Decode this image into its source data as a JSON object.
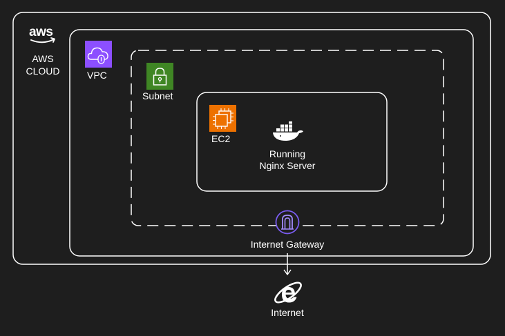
{
  "cloud": {
    "logo_text": "aws",
    "label_line1": "AWS",
    "label_line2": "CLOUD"
  },
  "vpc": {
    "label": "VPC"
  },
  "subnet": {
    "label": "Subnet"
  },
  "ec2": {
    "label": "EC2"
  },
  "app": {
    "line1": "Running",
    "line2": "Nginx Server"
  },
  "gateway": {
    "label": "Internet Gateway"
  },
  "internet": {
    "label": "Internet"
  },
  "icons": {
    "aws_logo": "aws-logo-icon",
    "vpc": "vpc-cloud-icon",
    "subnet": "padlock-icon",
    "ec2": "ec2-chip-icon",
    "docker": "docker-whale-icon",
    "gateway": "internet-gateway-icon",
    "internet": "internet-explorer-icon"
  },
  "colors": {
    "background": "#1e1e1e",
    "lines": "#ffffff",
    "vpc_purple": "#8c4fff",
    "subnet_green": "#3f8624",
    "ec2_orange": "#ed7100",
    "gateway_purple": "#8c4fff"
  }
}
